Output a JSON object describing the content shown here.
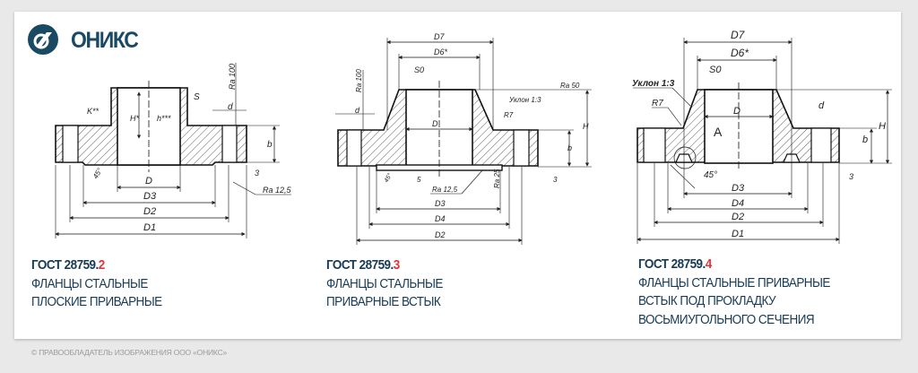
{
  "brand": {
    "name": "ОНИКС",
    "color": "#1a4a63"
  },
  "accent_color": "#e2343a",
  "drawings": [
    {
      "standard_prefix": "ГОСТ 28759.",
      "standard_suffix": "2",
      "lines": [
        "ФЛАНЦЫ СТАЛЬНЫЕ",
        "ПЛОСКИЕ ПРИВАРНЫЕ"
      ],
      "labels": {
        "D": "D",
        "D3": "D3",
        "D2": "D2",
        "D1": "D1",
        "S": "S",
        "d": "d",
        "b": "b",
        "three": "3",
        "H": "H*",
        "h": "h***",
        "K": "K**",
        "ra100": "Ra 100",
        "ra125": "Ra 12,5",
        "angle": "45°"
      }
    },
    {
      "standard_prefix": "ГОСТ 28759.",
      "standard_suffix": "3",
      "lines": [
        "ФЛАНЦЫ СТАЛЬНЫЕ",
        "ПРИВАРНЫЕ ВСТЫК"
      ],
      "labels": {
        "D7": "D7",
        "D6": "D6*",
        "S0": "S0",
        "D": "D",
        "D3": "D3",
        "D4": "D4",
        "D2": "D2",
        "d": "d",
        "b": "b",
        "H": "H",
        "three": "3",
        "five": "5",
        "slope": "Уклон 1:3",
        "R7": "R7",
        "ra50": "Ra 50",
        "ra100": "Ra 100",
        "ra125": "Ra 12,5",
        "ra25": "Ra 25",
        "angle": "45°"
      }
    },
    {
      "standard_prefix": "ГОСТ 28759.",
      "standard_suffix": "4",
      "lines": [
        "ФЛАНЦЫ СТАЛЬНЫЕ ПРИВАРНЫЕ",
        "ВСТЫК ПОД ПРОКЛАДКУ",
        "ВОСЬМИУГОЛЬНОГО СЕЧЕНИЯ"
      ],
      "labels": {
        "D7": "D7",
        "D6": "D6*",
        "S0": "S0",
        "D": "D",
        "A": "A",
        "D3": "D3",
        "D4": "D4",
        "D2": "D2",
        "D1": "D1",
        "d": "d",
        "b": "b",
        "H": "H",
        "three": "3",
        "slope": "Уклон 1:3",
        "R7": "R7",
        "angle": "45°"
      }
    }
  ],
  "footer": "© ПРАВООБЛАДАТЕЛЬ ИЗОБРАЖЕНИЯ ООО «ОНИКС»"
}
